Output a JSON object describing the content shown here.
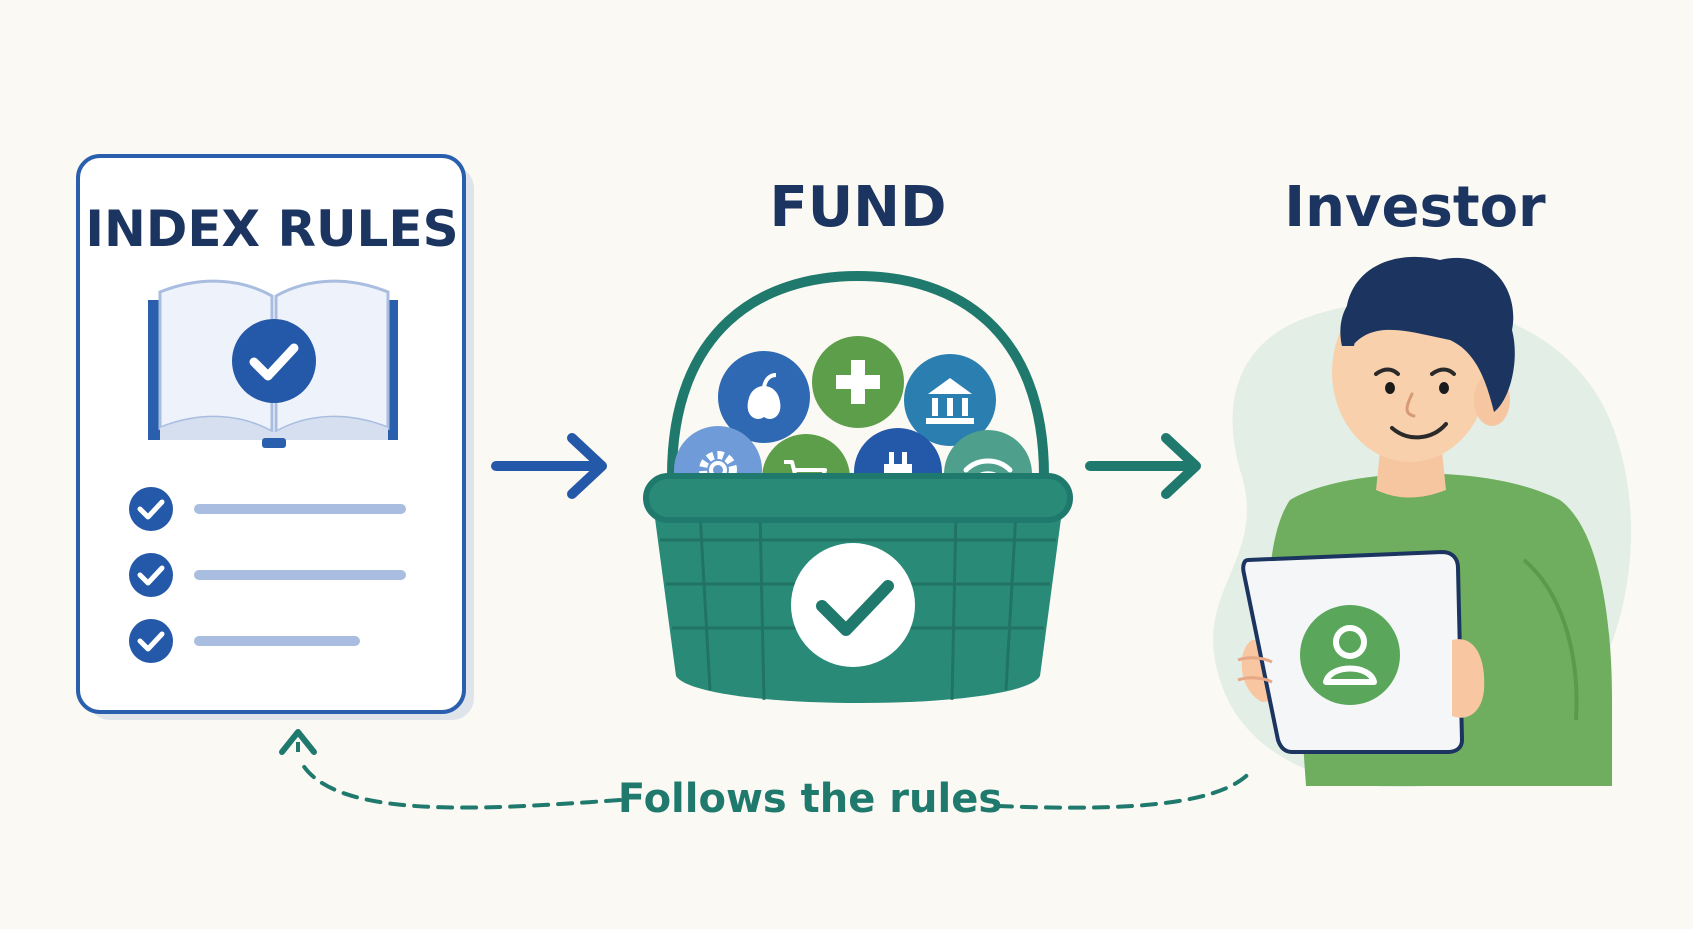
{
  "rules_card": {
    "title": "INDEX RULES",
    "checklist_count": 3
  },
  "fund": {
    "title": "FUND",
    "holdings": [
      {
        "icon": "apple-icon",
        "color": "#2f69b3"
      },
      {
        "icon": "medical-cross-icon",
        "color": "#5d9e4a"
      },
      {
        "icon": "bank-icon",
        "color": "#2b7fb0"
      },
      {
        "icon": "gear-icon",
        "color": "#6f9bd8"
      },
      {
        "icon": "shopping-cart-icon",
        "color": "#5d9e4a"
      },
      {
        "icon": "plug-icon",
        "color": "#2458a8"
      },
      {
        "icon": "wifi-icon",
        "color": "#4ea08c"
      }
    ]
  },
  "investor": {
    "title": "Investor"
  },
  "feedback": {
    "label": "Follows the rules"
  },
  "colors": {
    "navy": "#1b3560",
    "blue": "#2458a8",
    "teal": "#1f7a6d",
    "green": "#6fae5e",
    "background": "#fbf9f3"
  }
}
